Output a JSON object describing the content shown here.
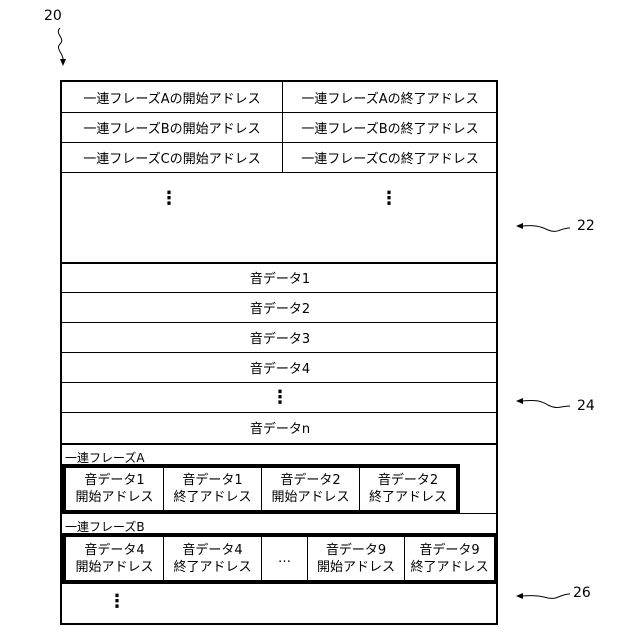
{
  "refs": {
    "main": "20",
    "sec22": "22",
    "sec24": "24",
    "sec26": "26"
  },
  "address_table": {
    "rows": [
      {
        "start": "一連フレーズAの開始アドレス",
        "end": "一連フレーズAの終了アドレス"
      },
      {
        "start": "一連フレーズBの開始アドレス",
        "end": "一連フレーズBの終了アドレス"
      },
      {
        "start": "一連フレーズCの開始アドレス",
        "end": "一連フレーズCの終了アドレス"
      }
    ],
    "ellipsis": "⋮"
  },
  "sound_data": {
    "items": [
      "音データ1",
      "音データ2",
      "音データ3",
      "音データ4",
      "⋮",
      "音データn"
    ]
  },
  "phrases": {
    "phrase_a": {
      "label": "一連フレーズA",
      "cells": [
        {
          "line1": "音データ1",
          "line2": "開始アドレス"
        },
        {
          "line1": "音データ1",
          "line2": "終了アドレス"
        },
        {
          "line1": "音データ2",
          "line2": "開始アドレス"
        },
        {
          "line1": "音データ2",
          "line2": "終了アドレス"
        }
      ]
    },
    "phrase_b": {
      "label": "一連フレーズB",
      "cells": [
        {
          "line1": "音データ4",
          "line2": "開始アドレス"
        },
        {
          "line1": "音データ4",
          "line2": "終了アドレス"
        },
        {
          "line1": "…",
          "line2": ""
        },
        {
          "line1": "音データ9",
          "line2": "開始アドレス"
        },
        {
          "line1": "音データ9",
          "line2": "終了アドレス"
        }
      ]
    },
    "ellipsis": "⋮"
  }
}
